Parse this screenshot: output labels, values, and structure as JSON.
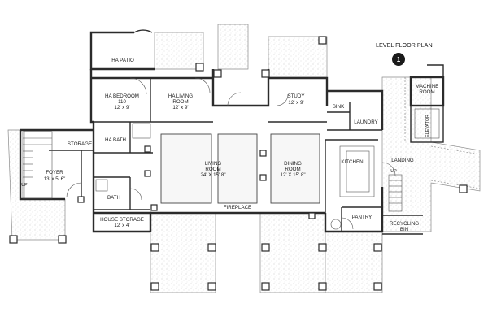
{
  "title": "LEVEL FLOOR PLAN",
  "level_number": "1",
  "rooms": {
    "ha_patio": {
      "name": "HA PATIO"
    },
    "ha_bedroom": {
      "name": "HA BEDROOM",
      "line2": "110",
      "size": "12' x 9'"
    },
    "ha_living": {
      "name": "HA LIVING",
      "line2": "ROOM",
      "size": "12' x 9'"
    },
    "study": {
      "name": "STUDY",
      "size": "12' x 9'"
    },
    "machine": {
      "name": "MACHINE",
      "line2": "ROOM"
    },
    "sink": {
      "name": "SINK"
    },
    "laundry": {
      "name": "LAUNDRY"
    },
    "elevator": {
      "name": "ELEVATOR"
    },
    "storage": {
      "name": "STORAGE"
    },
    "ha_bath": {
      "name": "HA BATH"
    },
    "living": {
      "name": "LIVING",
      "line2": "ROOM",
      "size": "24' X 15' 8\""
    },
    "dining": {
      "name": "DINING",
      "line2": "ROOM",
      "size": "12' X 15' 8\""
    },
    "kitchen": {
      "name": "KITCHEN"
    },
    "landing": {
      "name": "LANDING"
    },
    "foyer": {
      "name": "FOYER",
      "size": "13' x 5' 6\""
    },
    "bath": {
      "name": "BATH"
    },
    "house_storage": {
      "name": "HOUSE STORAGE",
      "size": "12' x 4'"
    },
    "fireplace": {
      "name": "FIREPLACE"
    },
    "pantry": {
      "name": "PANTRY"
    },
    "recycling": {
      "name": "RECYCLING",
      "line2": "BIN"
    }
  },
  "stair_labels": {
    "up_left": "UP",
    "up_right": "UP"
  },
  "colors": {
    "walls": "#2b2b2b",
    "patio_stipple": "#b5b5b5",
    "badge": "#1a1a1a"
  }
}
